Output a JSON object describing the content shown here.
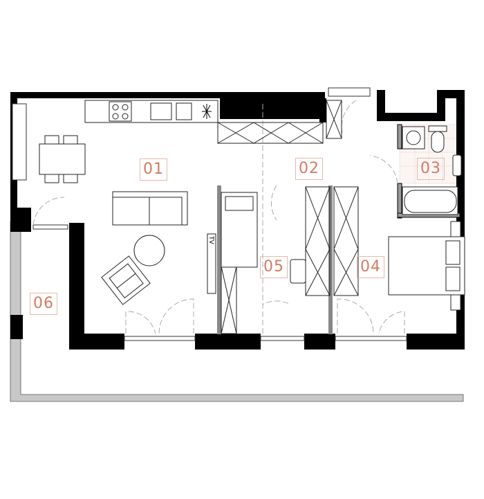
{
  "rooms": [
    {
      "id": "01"
    },
    {
      "id": "02"
    },
    {
      "id": "03"
    },
    {
      "id": "04"
    },
    {
      "id": "05"
    },
    {
      "id": "06"
    }
  ],
  "tv_label": "TV",
  "colors": {
    "wall": "#000000",
    "label": "#d47a62",
    "label_border": "#e8b8a8",
    "balcony": "#c8c8c8"
  }
}
